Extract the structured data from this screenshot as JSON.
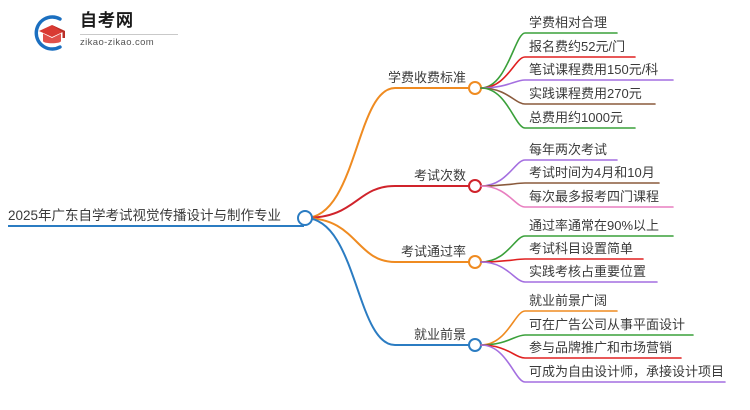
{
  "logo": {
    "name": "zikao-logo",
    "brand_text": "自考网",
    "url_text": "zikao-zikao.com",
    "arc_color": "#1b6fc0",
    "cap_color": "#d93a33"
  },
  "mindmap": {
    "root": {
      "label": "2025年广东自学考试视觉传播设计与制作专业",
      "color": "#2b7cc2"
    },
    "branches": [
      {
        "label": "学费收费标准",
        "color": "#ef8b21",
        "children": [
          {
            "label": "学费相对合理",
            "color": "#3aa03a"
          },
          {
            "label": "报名费约52元/门",
            "color": "#e02020"
          },
          {
            "label": "笔试课程费用150元/科",
            "color": "#a46fe0"
          },
          {
            "label": "实践课程费用270元",
            "color": "#8a5a3c"
          },
          {
            "label": "总费用约1000元",
            "color": "#3aa03a"
          }
        ]
      },
      {
        "label": "考试次数",
        "color": "#d0232b",
        "children": [
          {
            "label": "每年两次考试",
            "color": "#a46fe0"
          },
          {
            "label": "考试时间为4月和10月",
            "color": "#8a5a3c"
          },
          {
            "label": "每次最多报考四门课程",
            "color": "#e87fc0"
          }
        ]
      },
      {
        "label": "考试通过率",
        "color": "#ef8b21",
        "children": [
          {
            "label": "通过率通常在90%以上",
            "color": "#3aa03a"
          },
          {
            "label": "考试科目设置简单",
            "color": "#e02020"
          },
          {
            "label": "实践考核占重要位置",
            "color": "#a46fe0"
          }
        ]
      },
      {
        "label": "就业前景",
        "color": "#2b7cc2",
        "children": [
          {
            "label": "就业前景广阔",
            "color": "#ef8b21"
          },
          {
            "label": "可在广告公司从事平面设计",
            "color": "#3aa03a"
          },
          {
            "label": "参与品牌推广和市场营销",
            "color": "#e02020"
          },
          {
            "label": "可成为自由设计师，承接设计项目",
            "color": "#a46fe0"
          }
        ]
      }
    ]
  }
}
